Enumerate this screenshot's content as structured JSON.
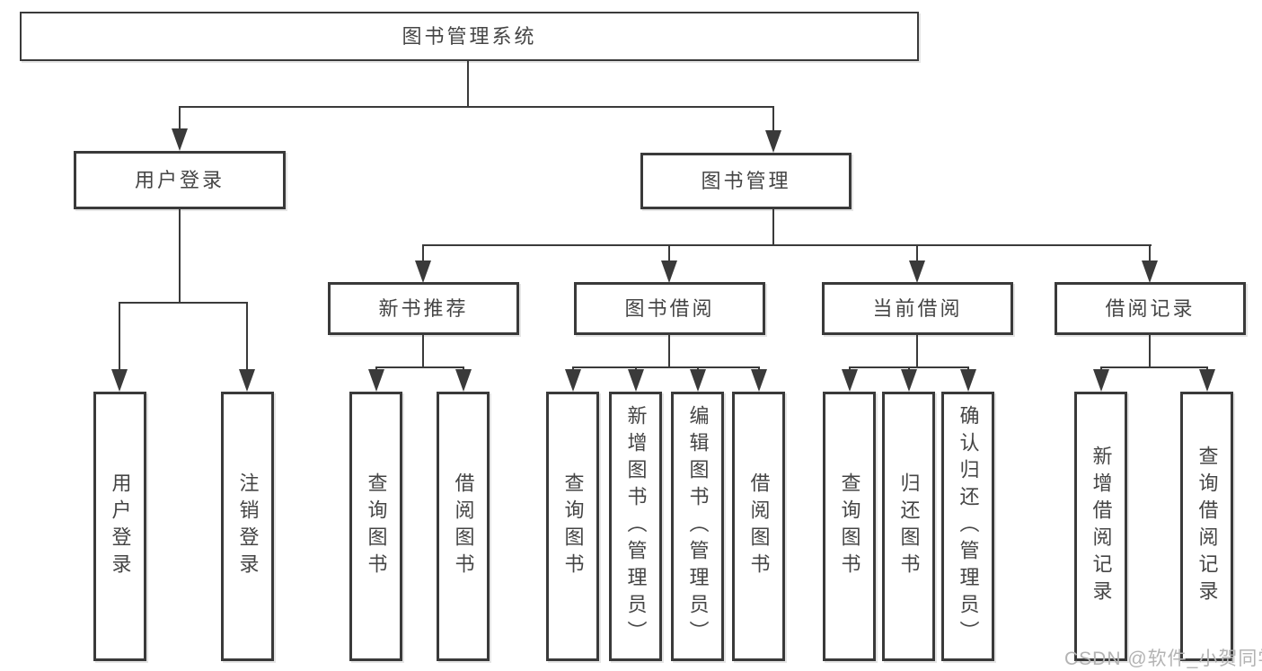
{
  "diagram": {
    "root": {
      "label": "图书管理系统"
    },
    "level2": [
      {
        "id": "user-login",
        "label": "用户登录"
      },
      {
        "id": "book-management",
        "label": "图书管理"
      }
    ],
    "level3": [
      {
        "id": "new-book-recommend",
        "label": "新书推荐",
        "parent": "book-management"
      },
      {
        "id": "book-borrow",
        "label": "图书借阅",
        "parent": "book-management"
      },
      {
        "id": "current-borrow",
        "label": "当前借阅",
        "parent": "book-management"
      },
      {
        "id": "borrow-records",
        "label": "借阅记录",
        "parent": "book-management"
      }
    ],
    "leaves": {
      "user_login": [
        {
          "label": "用户登录"
        },
        {
          "label": "注销登录"
        }
      ],
      "new_book_recommend": [
        {
          "label": "查询图书"
        },
        {
          "label": "借阅图书"
        }
      ],
      "book_borrow": [
        {
          "label": "查询图书"
        },
        {
          "label": "新增图书（管理员）"
        },
        {
          "label": "编辑图书（管理员）"
        },
        {
          "label": "借阅图书"
        }
      ],
      "current_borrow": [
        {
          "label": "查询图书"
        },
        {
          "label": "归还图书"
        },
        {
          "label": "确认归还（管理员）"
        }
      ],
      "borrow_records": [
        {
          "label": "新增借阅记录"
        },
        {
          "label": "查询借阅记录"
        }
      ]
    },
    "colors": {
      "line": "#3a3a3a",
      "text": "#454545",
      "box_fill": "#ffffff",
      "watermark": "#b3b3b3"
    }
  },
  "watermark": {
    "text": "CSDN @软件_小贺同学"
  }
}
